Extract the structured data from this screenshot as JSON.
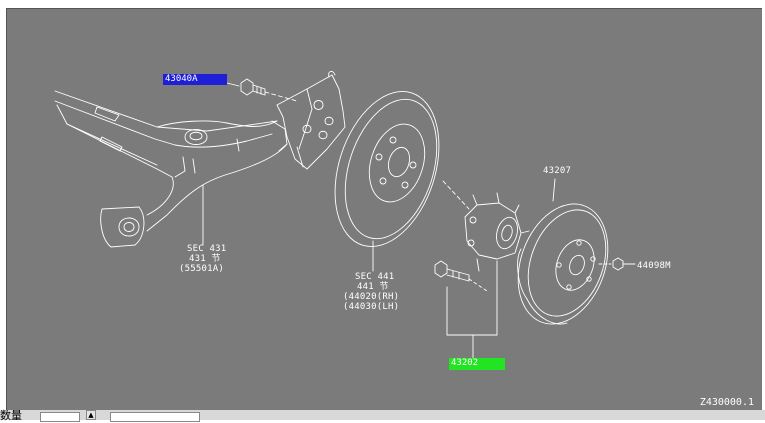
{
  "window": {
    "top_text": ""
  },
  "diagram": {
    "code": "Z430000.1",
    "callouts": {
      "bolt_top": "43040A",
      "hub_bolts": "43202",
      "rotor": "43207",
      "nut": "44098M"
    },
    "sec_431": [
      "SEC 431",
      "431 节",
      "(55501A)"
    ],
    "sec_441": [
      "SEC 441",
      "441 节",
      "(44020(RH)",
      "(44030(LH)"
    ]
  },
  "statusbar": {
    "qty_label": "数量",
    "qty_value": "",
    "part_value": "",
    "message": ""
  },
  "colors": {
    "canvas_bg": "#7b7b7b",
    "line": "#ffffff",
    "highlight_blue": "#1f1fd8",
    "highlight_green": "#22e422"
  }
}
